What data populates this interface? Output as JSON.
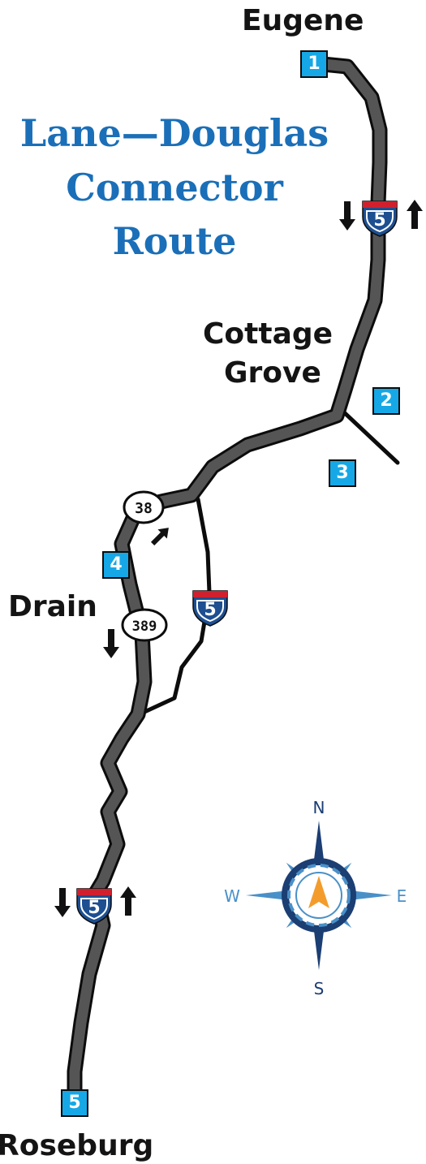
{
  "title": {
    "line1": "Lane—Douglas",
    "line2": "Connector",
    "line3": "Route"
  },
  "cities": {
    "eugene": "Eugene",
    "cottage_grove_1": "Cottage",
    "cottage_grove_2": "Grove",
    "drain": "Drain",
    "roseburg": "Roseburg"
  },
  "waypoints": [
    "1",
    "2",
    "3",
    "4",
    "5"
  ],
  "shields": {
    "interstate": "5",
    "or38": "38",
    "or389": "389"
  },
  "compass": {
    "n": "N",
    "s": "S",
    "e": "E",
    "w": "W"
  },
  "colors": {
    "title": "#1a6fb8",
    "route": "#555555",
    "route_outline": "#0c0c0c",
    "waypoint": "#16a8e6",
    "interstate_blue": "#1d4f91",
    "interstate_red": "#d0202e",
    "compass_light": "#4a90c8",
    "compass_dark": "#1b3e73",
    "compass_needle": "#f39c2c"
  },
  "icons": [
    "interstate-shield-icon",
    "state-route-shield-icon",
    "arrow-up-icon",
    "arrow-down-icon",
    "arrow-northeast-icon",
    "compass-rose-icon"
  ]
}
